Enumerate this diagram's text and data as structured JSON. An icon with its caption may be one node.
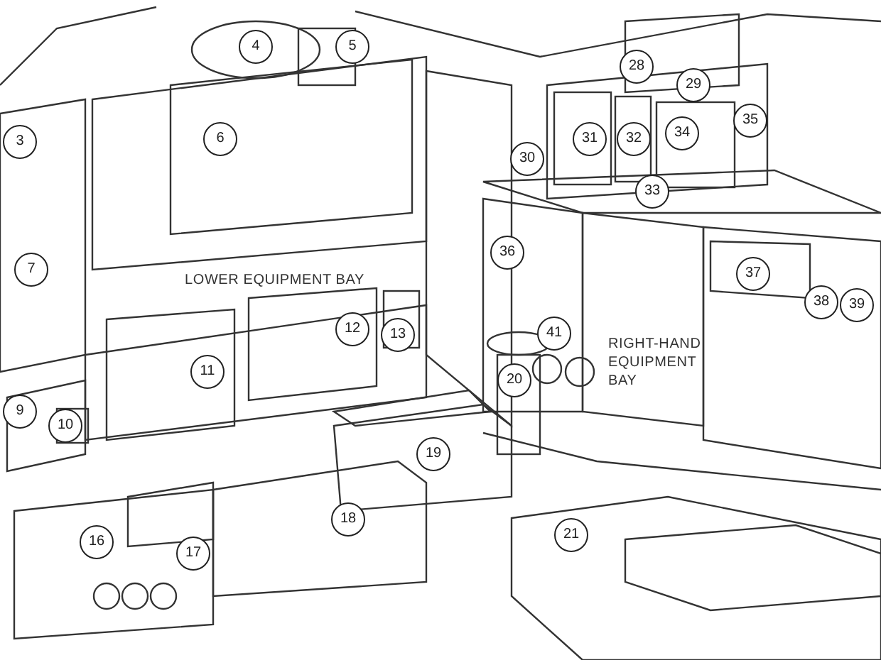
{
  "diagram": {
    "labels": [
      "4",
      "5",
      "28",
      "29",
      "35",
      "3",
      "6",
      "31",
      "32",
      "34",
      "30",
      "33",
      "36",
      "7",
      "LOWER EQUIPMENT BAY",
      "37",
      "38",
      "39",
      "12",
      "13",
      "41",
      "RIGHT-HAND EQUIPMENT BAY",
      "11",
      "20",
      "9",
      "10",
      "19",
      "18",
      "21",
      "16",
      "17"
    ]
  }
}
